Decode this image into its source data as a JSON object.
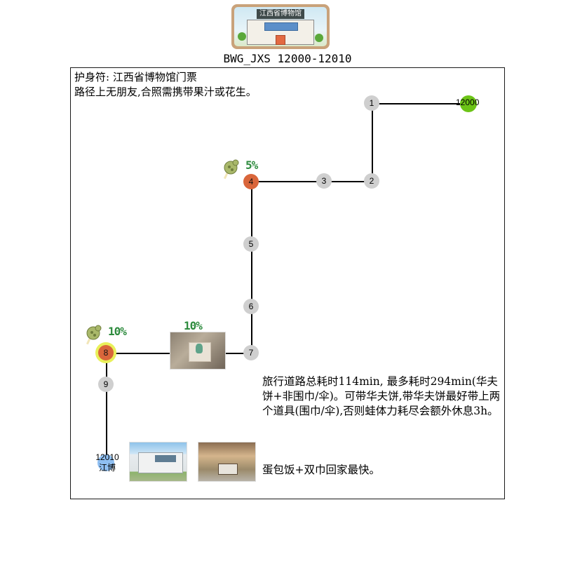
{
  "header": {
    "badge_text": "江西省博物馆",
    "title": "BWG_JXS 12000-12010"
  },
  "note": {
    "line1": "护身符: 江西省博物馆门票",
    "line2": "路径上无朋友,合照需携带果汁或花生。"
  },
  "route": {
    "start": {
      "id": "12000",
      "color": "#6cc417"
    },
    "end": {
      "id": "12010",
      "name": "江博",
      "color": "#8fbff2"
    },
    "nodes": [
      {
        "label": "1",
        "color": "#cfcfcf"
      },
      {
        "label": "2",
        "color": "#cfcfcf"
      },
      {
        "label": "3",
        "color": "#cfcfcf"
      },
      {
        "label": "4",
        "color": "#d9663b",
        "icon": "charm-icon",
        "chance": "5%"
      },
      {
        "label": "5",
        "color": "#cfcfcf"
      },
      {
        "label": "6",
        "color": "#cfcfcf"
      },
      {
        "label": "7",
        "color": "#cfcfcf",
        "photo": "display-case-photo",
        "chance": "10%"
      },
      {
        "label": "8",
        "color": "#d9663b",
        "halo": "#e9f05a",
        "icon": "charm-icon",
        "chance": "10%"
      },
      {
        "label": "9",
        "color": "#cfcfcf"
      }
    ]
  },
  "description": {
    "para1": "旅行道路总耗时114min, 最多耗时294min(华夫饼+非围巾/伞)。可带华夫饼,带华夫饼最好带上两个道具(围巾/伞),否则蛙体力耗尽会额外休息3h。",
    "para2": "蛋包饭+双巾回家最快。"
  },
  "photos": [
    {
      "name": "museum-exterior-photo"
    },
    {
      "name": "museum-interior-photo"
    }
  ]
}
